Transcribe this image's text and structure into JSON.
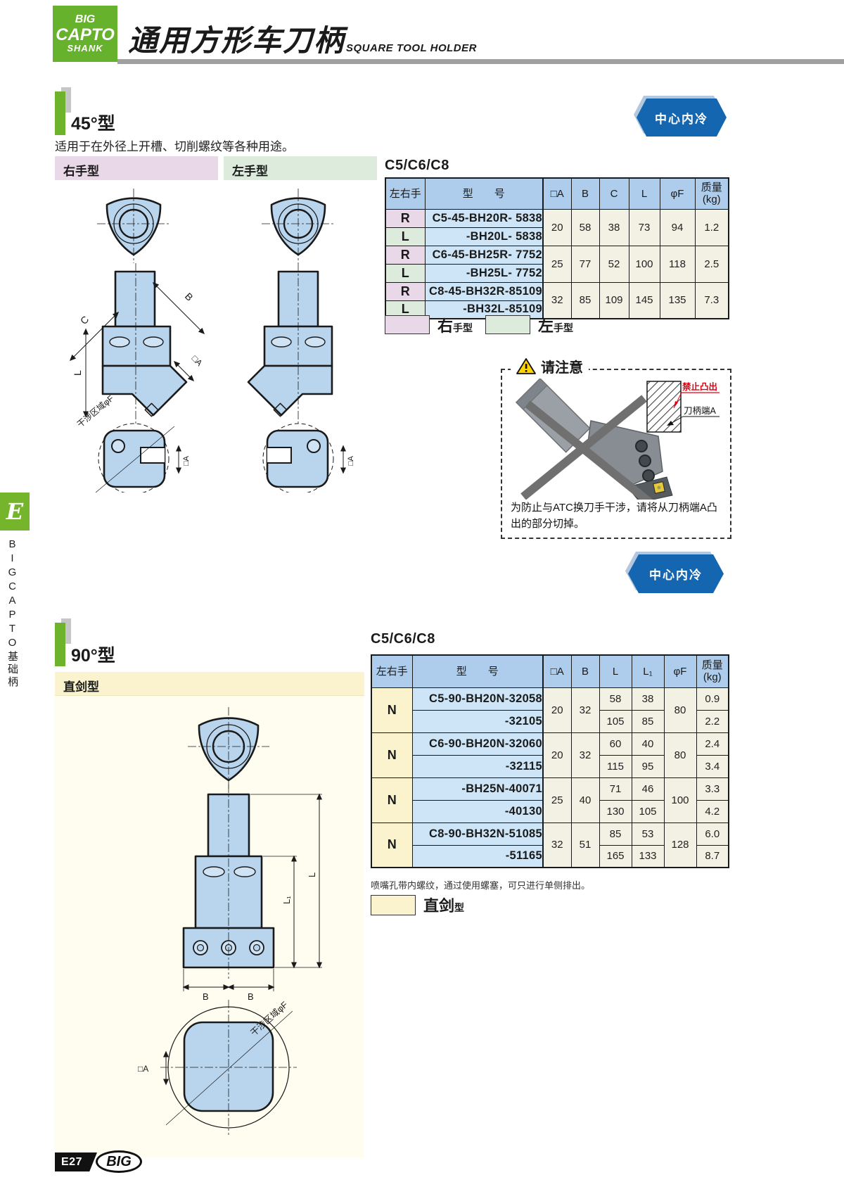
{
  "header": {
    "logo_line1": "BIG",
    "logo_line2": "CAPTO",
    "logo_line3": "SHANK",
    "title": "通用方形车刀柄",
    "subtitle": "SQUARE TOOL HOLDER"
  },
  "coolant_badge": "中心内冷",
  "brand_green": "#67b22c",
  "badge_blue": "#1566b0",
  "section45": {
    "heading": "45°型",
    "description": "适用于在外径上开槽、切削螺纹等各种用途。",
    "panel_right_label": "右手型",
    "panel_left_label": "左手型",
    "series": "C5/C6/C8",
    "table": {
      "h_hand": "左右手",
      "h_model": "型　　号",
      "h_a": "□A",
      "h_b": "B",
      "h_c": "C",
      "h_l": "L",
      "h_f": "φF",
      "h_w": "质量\n(kg)",
      "groups": [
        {
          "r_hand": "R",
          "r_model": "C5-45-BH20R- 5838",
          "l_hand": "L",
          "l_model": "-BH20L- 5838",
          "a": "20",
          "b": "58",
          "c": "38",
          "l": "73",
          "f": "94",
          "w": "1.2"
        },
        {
          "r_hand": "R",
          "r_model": "C6-45-BH25R- 7752",
          "l_hand": "L",
          "l_model": "-BH25L- 7752",
          "a": "25",
          "b": "77",
          "c": "52",
          "l": "100",
          "f": "118",
          "w": "2.5"
        },
        {
          "r_hand": "R",
          "r_model": "C8-45-BH32R-85109",
          "l_hand": "L",
          "l_model": "-BH32L-85109",
          "a": "32",
          "b": "85",
          "c": "109",
          "l": "145",
          "f": "135",
          "w": "7.3"
        }
      ]
    },
    "legend_right_big": "右",
    "legend_right_small": "手型",
    "legend_left_big": "左",
    "legend_left_small": "手型"
  },
  "warning": {
    "title": "请注意",
    "no_protrude": "禁止凸出",
    "shank_end": "刀柄端A",
    "body": "为防止与ATC换刀手干涉，请将从刀柄端A凸出的部分切掉。"
  },
  "section90": {
    "heading": "90°型",
    "panel_label": "直剑型",
    "series": "C5/C6/C8",
    "table": {
      "h_hand": "左右手",
      "h_model": "型　　号",
      "h_a": "□A",
      "h_b": "B",
      "h_l": "L",
      "h_l1": "L₁",
      "h_f": "φF",
      "h_w": "质量\n(kg)",
      "groups": [
        {
          "hand": "N",
          "m1": "C5-90-BH20N-32058",
          "m2": "-32105",
          "a": "20",
          "b": "32",
          "l1": "58",
          "ll1": "38",
          "l2": "105",
          "ll2": "85",
          "f": "80",
          "w1": "0.9",
          "w2": "2.2"
        },
        {
          "hand": "N",
          "m1": "C6-90-BH20N-32060",
          "m2": "-32115",
          "a": "20",
          "b": "32",
          "l1": "60",
          "ll1": "40",
          "l2": "115",
          "ll2": "95",
          "f": "80",
          "w1": "2.4",
          "w2": "3.4"
        },
        {
          "hand": "N",
          "m1": "-BH25N-40071",
          "m2": "-40130",
          "a": "25",
          "b": "40",
          "l1": "71",
          "ll1": "46",
          "l2": "130",
          "ll2": "105",
          "f": "100",
          "w1": "3.3",
          "w2": "4.2"
        },
        {
          "hand": "N",
          "m1": "C8-90-BH32N-51085",
          "m2": "-51165",
          "a": "32",
          "b": "51",
          "l1": "85",
          "ll1": "53",
          "l2": "165",
          "ll2": "133",
          "f": "128",
          "w1": "6.0",
          "w2": "8.7"
        }
      ]
    },
    "footnote": "喷嘴孔带内螺纹，通过使用螺塞，可只进行单侧排出。",
    "legend_big": "直剑",
    "legend_small": "型"
  },
  "diagram": {
    "dim_c": "C",
    "dim_b": "B",
    "dim_a": "□A",
    "dim_l": "L",
    "dim_l1": "L₁",
    "interference": "干涉区域φF"
  },
  "sidebar": {
    "tab": "E",
    "vertical": "BIGCAPTO基础柄"
  },
  "footer": {
    "page": "E27",
    "brand": "BIG"
  }
}
